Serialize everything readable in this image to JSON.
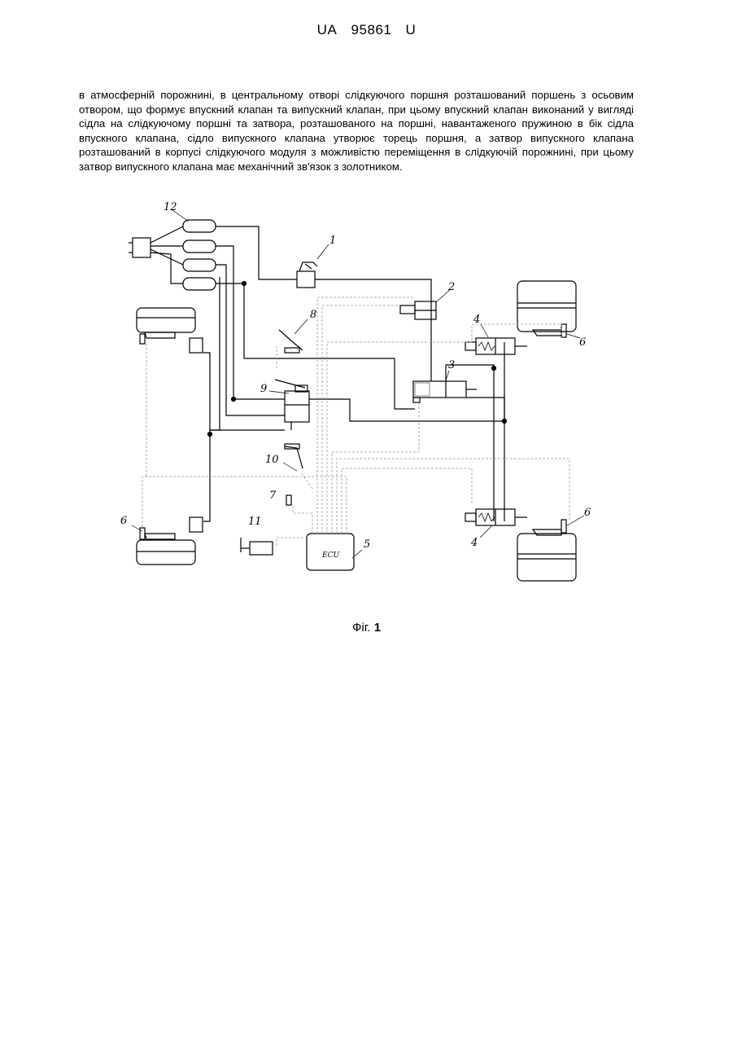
{
  "header": {
    "country": "UA",
    "number": "95861",
    "kind": "U"
  },
  "description": {
    "text": "в атмосферній порожнині, в центральному отворі слідкуючого поршня розташований поршень з осьовим отвором, що формує впускний клапан та випускний клапан, при цьому впускний клапан виконаний у вигляді сідла на слідкуючому поршні та затвора, розташованого на поршні, навантаженого пружиною в бік сідла впускного клапана, сідло випускного клапана утворює торець поршня, а затвор випускного клапана розташований в корпусі слідкуючого модуля з можливістю переміщення в слідкуючій порожнині, при цьому затвор випускного клапана має механічний зв'язок з золотником."
  },
  "figure": {
    "callouts": {
      "c1": "1",
      "c2": "2",
      "c3": "3",
      "c4a": "4",
      "c4b": "4",
      "c5": "5",
      "c6a": "6",
      "c6b": "6",
      "c6c": "6",
      "c7": "7",
      "c8": "8",
      "c9": "9",
      "c10": "10",
      "c11": "11",
      "c12": "12"
    },
    "ecu_label": "ECU"
  },
  "caption": {
    "prefix": "Фіг.",
    "number": "1"
  },
  "colors": {
    "line": "#000000",
    "electric": "#9a9a9a"
  }
}
